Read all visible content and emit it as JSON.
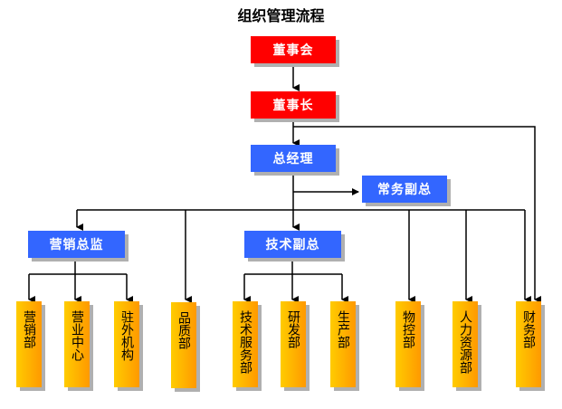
{
  "title": "组织管理流程",
  "colors": {
    "board": "#ff0000",
    "executive": "#3366ff",
    "department_from": "#ffcc00",
    "department_to": "#ff9900"
  },
  "nodes": {
    "board": "董事会",
    "chairman": "董事长",
    "general_manager": "总经理",
    "executive_vp": "常务副总",
    "marketing_director": "营销总监",
    "technical_vp": "技术副总"
  },
  "departments": [
    "营销部",
    "营业中心",
    "驻外机构",
    "品质部",
    "技术服务部",
    "研发部",
    "生产部",
    "物控部",
    "人力资源部",
    "财务部"
  ]
}
